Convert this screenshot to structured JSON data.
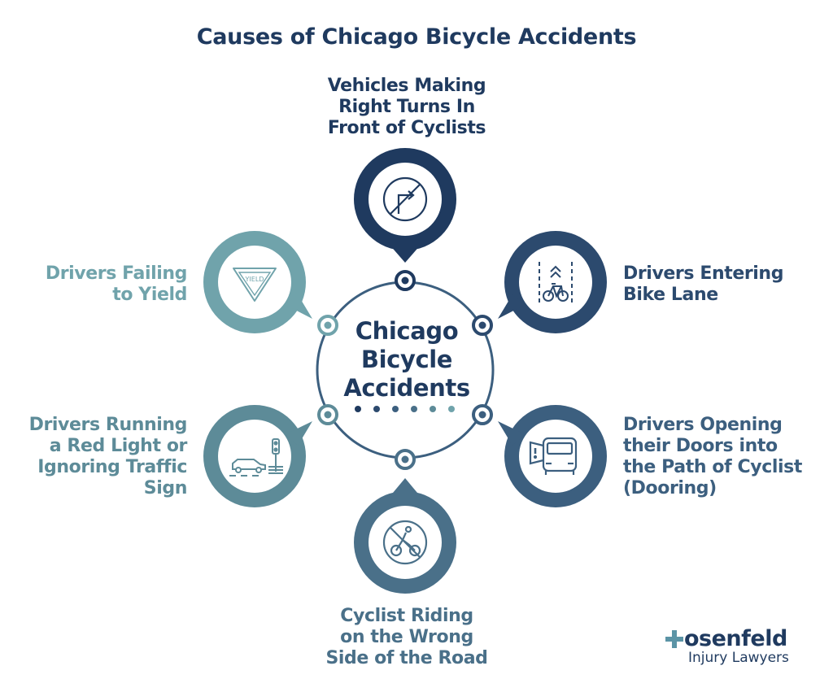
{
  "title": "Causes of Chicago Bicycle Accidents",
  "center": {
    "lines": [
      "Chicago",
      "Bicycle",
      "Accidents"
    ]
  },
  "causes": [
    {
      "lines": [
        "Vehicles Making",
        "Right Turns In",
        "Front of Cyclists"
      ],
      "color": "#1f3a5f",
      "icon": "no-right-turn-icon"
    },
    {
      "lines": [
        "Drivers Entering",
        "Bike Lane"
      ],
      "color": "#2c4a6e",
      "icon": "bike-lane-icon"
    },
    {
      "lines": [
        "Drivers Opening",
        "their Doors into",
        "the Path of Cyclist",
        "(Dooring)"
      ],
      "color": "#3c5f7f",
      "icon": "car-door-icon"
    },
    {
      "lines": [
        "Cyclist Riding",
        "on the Wrong",
        "Side of the Road"
      ],
      "color": "#4a7089",
      "icon": "no-bicycle-icon"
    },
    {
      "lines": [
        "Drivers Running",
        "a Red Light or",
        "Ignoring Traffic",
        "Sign"
      ],
      "color": "#5d8b98",
      "icon": "traffic-light-car-icon"
    },
    {
      "lines": [
        "Drivers Failing",
        "to Yield"
      ],
      "color": "#70a3ab",
      "icon": "yield-sign-icon"
    }
  ],
  "dot_colors": [
    "#1f3a5f",
    "#2c4a6e",
    "#3c5f7f",
    "#4a7089",
    "#5d8b98",
    "#70a3ab"
  ],
  "brand": {
    "name_rest": "osenfeld",
    "sub": "Injury Lawyers",
    "accent": "#5b94a6"
  }
}
